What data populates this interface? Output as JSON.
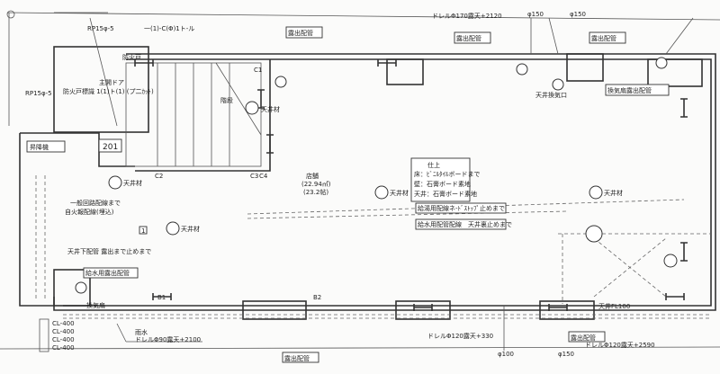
{
  "drawing": {
    "top_labels": {
      "drain_top": "ドレルΦ170露天+2120",
      "pipe_150_a": "φ150",
      "pipe_150_b": "φ150",
      "exposed_1": "露出配管",
      "exposed_2": "露出配管",
      "exposed_3": "露出配管",
      "rp_top": "RP15φ-5",
      "rp_left": "RP15φ-5",
      "note_top": "一(1)-C(Φ)1ト-ル",
      "fire_door": "防火戸",
      "fire_label": "防火戸標識 1(1)ト(1) (プ二ｶｯﾄ)",
      "main_door": "主開ドア"
    },
    "rooms": {
      "room_201": "201",
      "room_1": "1",
      "shop_name": "店舗",
      "shop_area_m2": "(22.94㎡)",
      "shop_area_jo": "(23.2帖)",
      "stairs": "階段"
    },
    "finish_box": {
      "title": "仕上",
      "floor": "床：ﾋﾞﾆﾙﾀｲﾙボードまで",
      "wall": "壁：石膏ボード素地",
      "ceiling": "天井：石膏ボード素地"
    },
    "notes": {
      "hot_water": "給湯用配線ネ-ﾄﾞｽﾄｯﾌﾟ止めまで",
      "water_supply": "給水用配管配線　天井裏止めまで",
      "vent_exposed": "換気扇露出配管",
      "water_exposed": "給水用露出配管",
      "fire_alarm": "自火報配線(埋込)",
      "fire_alarm_sub": "一般回路配線まで",
      "ceiling_1": "天井材",
      "ceiling_2": "天井材",
      "ceiling_3": "天井材",
      "ceiling_4": "天井材",
      "ceiling_5": "天井材",
      "water_note": "天井下配管 露出まで止めまで",
      "ceiling_outlet": "天井換気口",
      "elevator": "昇降機",
      "ceiling_run": "天井FL100"
    },
    "bottom_labels": {
      "rain": "雨水",
      "drain_left": "ドレルΦ90露天+2100",
      "drain_mid": "ドレルΦ120露天+330",
      "drain_right": "ドレルΦ120露天+2590",
      "pipe_100": "φ100",
      "pipe_150": "φ150",
      "exposed_4": "露出配管",
      "exposed_5": "露出配管",
      "ventilation": "換気扇"
    },
    "column_marks": [
      "C1",
      "C2",
      "C3",
      "C4",
      "B1",
      "B2"
    ],
    "legend": [
      "CL-400",
      "CL-400",
      "CL-400",
      "CL-400"
    ]
  }
}
